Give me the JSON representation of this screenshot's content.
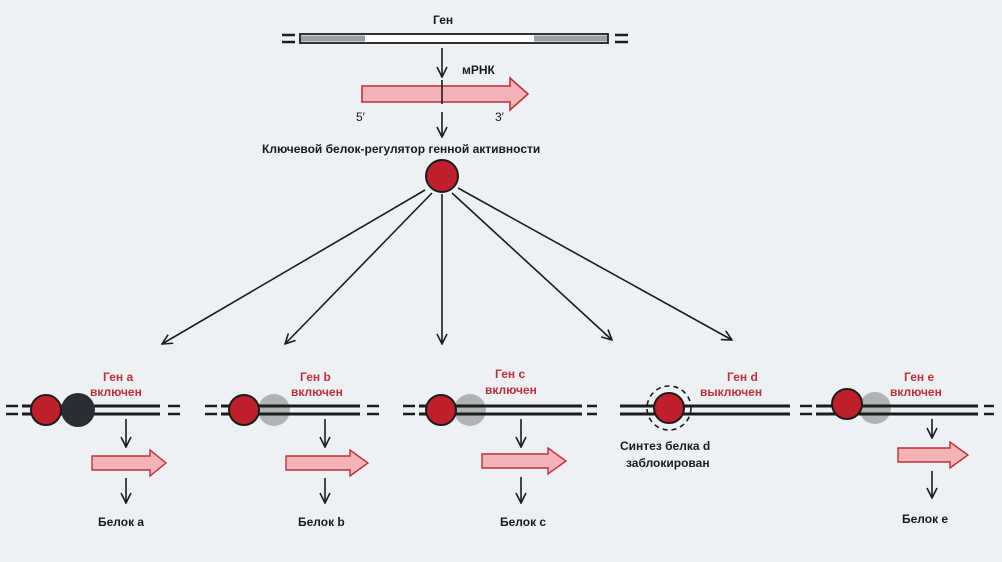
{
  "colors": {
    "background": "#eef1f3",
    "dna": "#1c1c1c",
    "regulator": "#c0202c",
    "mrna_fill": "#f4b3b6",
    "mrna_stroke": "#c0303a",
    "label_red": "#c0303a",
    "gene_grey": "#a8abad"
  },
  "top": {
    "gene_label": "Ген",
    "mrna_label": "мРНК",
    "five_prime": "5′",
    "three_prime": "3′",
    "regulator_title": "Ключевой белок-регулятор генной активности"
  },
  "genes": [
    {
      "name_line1": "Ген a",
      "name_line2": "включен",
      "state": "on-bound",
      "protein": "Белок a"
    },
    {
      "name_line1": "Ген b",
      "name_line2": "включен",
      "state": "on",
      "protein": "Белок b"
    },
    {
      "name_line1": "Ген c",
      "name_line2": "включен",
      "state": "on",
      "protein": "Белок c"
    },
    {
      "name_line1": "Ген d",
      "name_line2": "выключен",
      "state": "off",
      "blocked_line1": "Синтез белка d",
      "blocked_line2": "заблокирован"
    },
    {
      "name_line1": "Ген e",
      "name_line2": "включен",
      "state": "on",
      "protein": "Белок e"
    }
  ]
}
